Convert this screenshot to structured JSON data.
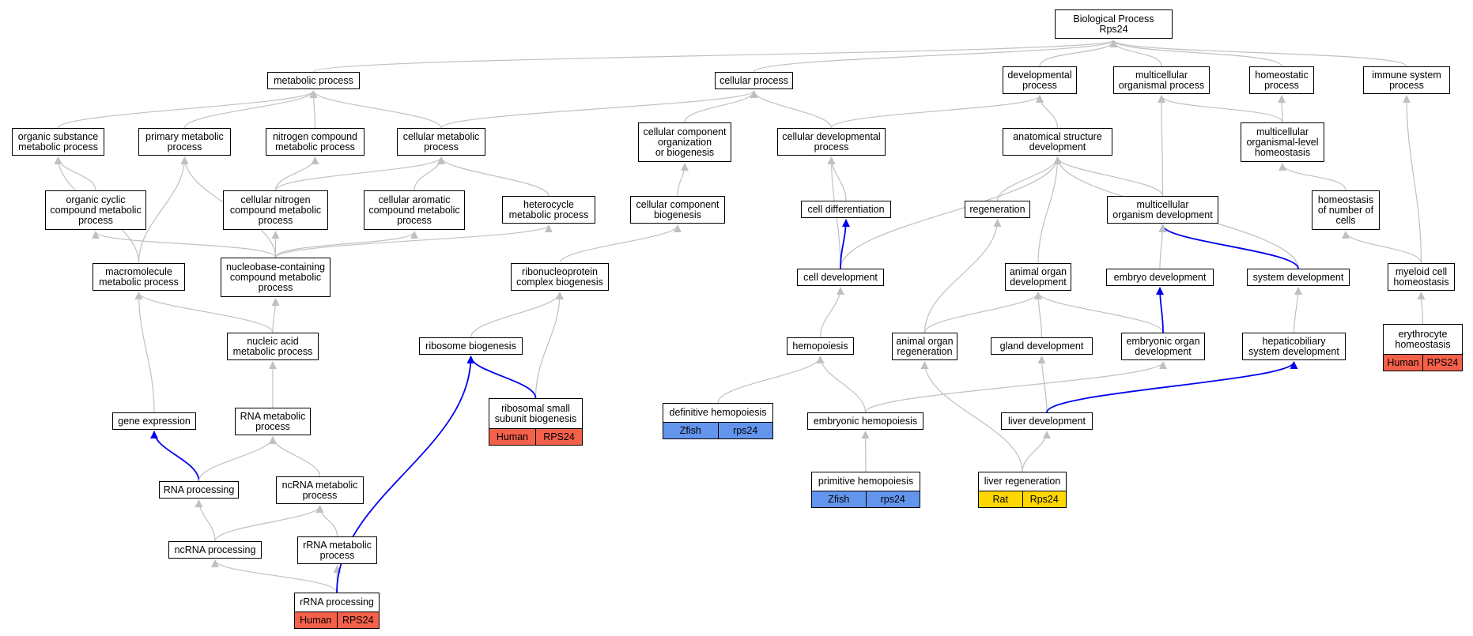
{
  "colors": {
    "edge_default": "#c0c0c0",
    "edge_highlight": "#0000ee",
    "Human": "#f4614a",
    "Zfish": "#6495ed",
    "Rat": "#ffd700"
  },
  "nodes": {
    "root": {
      "label": "Biological Process\nRps24"
    },
    "metabolic": {
      "label": "metabolic process"
    },
    "cellular": {
      "label": "cellular process"
    },
    "developmental": {
      "label": "developmental\nprocess"
    },
    "multicellular_org_proc": {
      "label": "multicellular\norganismal process"
    },
    "homeostatic": {
      "label": "homeostatic\nprocess"
    },
    "immune": {
      "label": "immune system\nprocess"
    },
    "org_substance": {
      "label": "organic substance\nmetabolic process"
    },
    "primary": {
      "label": "primary metabolic\nprocess"
    },
    "nitrogen_compound": {
      "label": "nitrogen compound\nmetabolic process"
    },
    "cell_metabolic": {
      "label": "cellular metabolic\nprocess"
    },
    "ccob": {
      "label": "cellular component\norganization\nor biogenesis"
    },
    "cell_dev_proc": {
      "label": "cellular developmental\nprocess"
    },
    "anat_struct": {
      "label": "anatomical structure\ndevelopment"
    },
    "mc_homeostasis": {
      "label": "multicellular\norganismal-level\nhomeostasis"
    },
    "org_cyclic": {
      "label": "organic cyclic\ncompound metabolic\nprocess"
    },
    "cell_nitrogen": {
      "label": "cellular nitrogen\ncompound metabolic\nprocess"
    },
    "cell_aromatic": {
      "label": "cellular aromatic\ncompound metabolic\nprocess"
    },
    "heterocycle": {
      "label": "heterocycle\nmetabolic process"
    },
    "cc_biogenesis": {
      "label": "cellular component\nbiogenesis"
    },
    "cell_diff": {
      "label": "cell differentiation"
    },
    "regeneration": {
      "label": "regeneration"
    },
    "mc_org_dev": {
      "label": "multicellular\norganism development"
    },
    "homeo_num_cells": {
      "label": "homeostasis\nof number of\ncells"
    },
    "macromolecule": {
      "label": "macromolecule\nmetabolic process"
    },
    "nucleobase": {
      "label": "nucleobase-containing\ncompound metabolic\nprocess"
    },
    "rnp_biogenesis": {
      "label": "ribonucleoprotein\ncomplex biogenesis"
    },
    "cell_development": {
      "label": "cell development"
    },
    "animal_organ_dev": {
      "label": "animal organ\ndevelopment"
    },
    "embryo_dev": {
      "label": "embryo development"
    },
    "system_dev": {
      "label": "system development"
    },
    "myeloid_homeo": {
      "label": "myeloid cell\nhomeostasis"
    },
    "nucleic_acid": {
      "label": "nucleic acid\nmetabolic process"
    },
    "ribosome_biogenesis": {
      "label": "ribosome biogenesis"
    },
    "hemopoiesis": {
      "label": "hemopoiesis"
    },
    "animal_organ_regen": {
      "label": "animal organ\nregeneration"
    },
    "gland_dev": {
      "label": "gland development"
    },
    "embryonic_organ_dev": {
      "label": "embryonic organ\ndevelopment"
    },
    "hepaticobiliary": {
      "label": "hepaticobiliary\nsystem development"
    },
    "erythrocyte_homeo": {
      "label": "erythrocyte\nhomeostasis",
      "species": "Human",
      "gene": "RPS24"
    },
    "gene_expression": {
      "label": "gene expression"
    },
    "rna_metabolic": {
      "label": "RNA metabolic\nprocess"
    },
    "rsu_biogenesis": {
      "label": "ribosomal small\nsubunit biogenesis",
      "species": "Human",
      "gene": "RPS24"
    },
    "definitive_hemo": {
      "label": "definitive hemopoiesis",
      "species": "Zfish",
      "gene": "rps24"
    },
    "embryonic_hemo": {
      "label": "embryonic hemopoiesis"
    },
    "liver_dev": {
      "label": "liver development"
    },
    "rna_processing": {
      "label": "RNA processing"
    },
    "ncrna_metabolic": {
      "label": "ncRNA metabolic\nprocess"
    },
    "primitive_hemo": {
      "label": "primitive hemopoiesis",
      "species": "Zfish",
      "gene": "rps24"
    },
    "liver_regen": {
      "label": "liver regeneration",
      "species": "Rat",
      "gene": "Rps24"
    },
    "ncrna_processing": {
      "label": "ncRNA processing"
    },
    "rrna_metabolic": {
      "label": "rRNA metabolic\nprocess"
    },
    "rrna_processing": {
      "label": "rRNA processing",
      "species": "Human",
      "gene": "RPS24"
    }
  },
  "edges": [
    [
      "metabolic",
      "root"
    ],
    [
      "cellular",
      "root"
    ],
    [
      "developmental",
      "root"
    ],
    [
      "multicellular_org_proc",
      "root"
    ],
    [
      "homeostatic",
      "root"
    ],
    [
      "immune",
      "root"
    ],
    [
      "org_substance",
      "metabolic"
    ],
    [
      "primary",
      "metabolic"
    ],
    [
      "nitrogen_compound",
      "metabolic"
    ],
    [
      "cell_metabolic",
      "metabolic"
    ],
    [
      "cell_metabolic",
      "cellular"
    ],
    [
      "ccob",
      "cellular"
    ],
    [
      "cell_dev_proc",
      "cellular"
    ],
    [
      "cell_dev_proc",
      "developmental"
    ],
    [
      "anat_struct",
      "developmental"
    ],
    [
      "mc_homeostasis",
      "homeostatic"
    ],
    [
      "mc_homeostasis",
      "multicellular_org_proc"
    ],
    [
      "mc_org_dev",
      "multicellular_org_proc"
    ],
    [
      "org_cyclic",
      "org_substance"
    ],
    [
      "cell_nitrogen",
      "nitrogen_compound"
    ],
    [
      "cell_nitrogen",
      "cell_metabolic"
    ],
    [
      "cell_aromatic",
      "cell_metabolic"
    ],
    [
      "heterocycle",
      "cell_metabolic"
    ],
    [
      "cc_biogenesis",
      "ccob"
    ],
    [
      "cell_diff",
      "cell_dev_proc"
    ],
    [
      "cell_development",
      "cell_dev_proc"
    ],
    [
      "regeneration",
      "anat_struct"
    ],
    [
      "mc_org_dev",
      "anat_struct"
    ],
    [
      "system_dev",
      "anat_struct"
    ],
    [
      "animal_organ_dev",
      "anat_struct"
    ],
    [
      "cell_development",
      "anat_struct"
    ],
    [
      "homeo_num_cells",
      "mc_homeostasis"
    ],
    [
      "macromolecule",
      "org_substance"
    ],
    [
      "macromolecule",
      "primary"
    ],
    [
      "nucleobase",
      "org_cyclic"
    ],
    [
      "nucleobase",
      "cell_nitrogen"
    ],
    [
      "nucleobase",
      "cell_aromatic"
    ],
    [
      "nucleobase",
      "heterocycle"
    ],
    [
      "nucleobase",
      "primary"
    ],
    [
      "rnp_biogenesis",
      "cc_biogenesis"
    ],
    [
      "cell_development",
      "cell_diff",
      "hl"
    ],
    [
      "system_dev",
      "mc_org_dev",
      "hl"
    ],
    [
      "embryo_dev",
      "mc_org_dev"
    ],
    [
      "myeloid_homeo",
      "homeo_num_cells"
    ],
    [
      "myeloid_homeo",
      "immune"
    ],
    [
      "nucleic_acid",
      "nucleobase"
    ],
    [
      "nucleic_acid",
      "macromolecule"
    ],
    [
      "ribosome_biogenesis",
      "rnp_biogenesis"
    ],
    [
      "rsu_biogenesis",
      "rnp_biogenesis"
    ],
    [
      "hemopoiesis",
      "cell_development"
    ],
    [
      "animal_organ_regen",
      "regeneration"
    ],
    [
      "animal_organ_regen",
      "animal_organ_dev"
    ],
    [
      "gland_dev",
      "animal_organ_dev"
    ],
    [
      "embryonic_organ_dev",
      "animal_organ_dev"
    ],
    [
      "embryonic_organ_dev",
      "embryo_dev",
      "hl"
    ],
    [
      "hepaticobiliary",
      "system_dev"
    ],
    [
      "erythrocyte_homeo",
      "myeloid_homeo"
    ],
    [
      "gene_expression",
      "macromolecule"
    ],
    [
      "rna_metabolic",
      "nucleic_acid"
    ],
    [
      "rsu_biogenesis",
      "ribosome_biogenesis",
      "hl"
    ],
    [
      "definitive_hemo",
      "hemopoiesis"
    ],
    [
      "embryonic_hemo",
      "hemopoiesis"
    ],
    [
      "embryonic_hemo",
      "embryonic_organ_dev"
    ],
    [
      "liver_dev",
      "gland_dev"
    ],
    [
      "liver_dev",
      "hepaticobiliary",
      "hl"
    ],
    [
      "rna_processing",
      "gene_expression",
      "hl"
    ],
    [
      "rna_processing",
      "rna_metabolic"
    ],
    [
      "ncrna_metabolic",
      "rna_metabolic"
    ],
    [
      "primitive_hemo",
      "embryonic_hemo"
    ],
    [
      "liver_regen",
      "animal_organ_regen"
    ],
    [
      "liver_regen",
      "liver_dev"
    ],
    [
      "ncrna_processing",
      "rna_processing"
    ],
    [
      "ncrna_processing",
      "ncrna_metabolic"
    ],
    [
      "rrna_metabolic",
      "ncrna_metabolic"
    ],
    [
      "rrna_processing",
      "ncrna_processing"
    ],
    [
      "rrna_processing",
      "rrna_metabolic"
    ],
    [
      "rrna_processing",
      "ribosome_biogenesis",
      "hl"
    ]
  ]
}
